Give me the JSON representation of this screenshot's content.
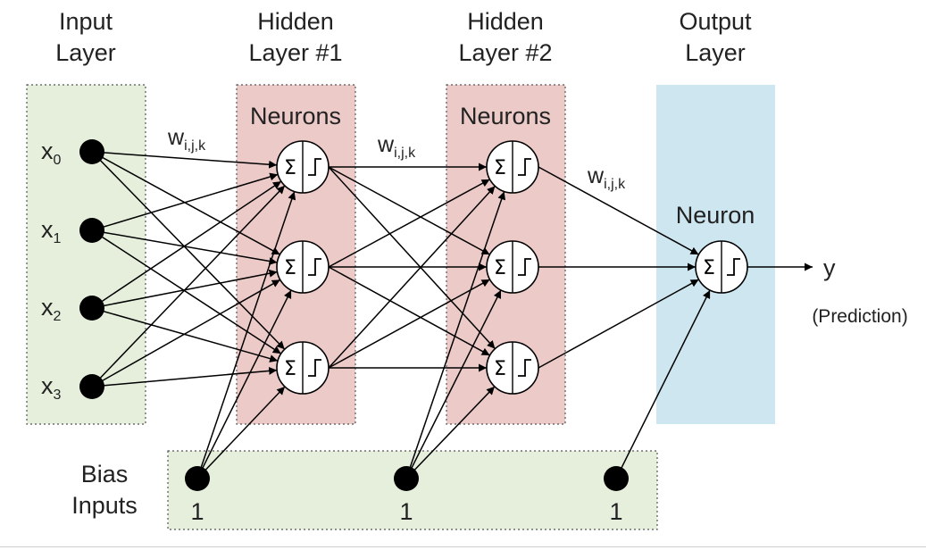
{
  "colors": {
    "input_band": "#e6efdc",
    "hidden_band": "#eccac8",
    "output_band": "#cde6ef",
    "bias_band": "#e6efdc",
    "ink": "#000000"
  },
  "headers": {
    "input": [
      "Input",
      "Layer"
    ],
    "hidden1": [
      "Hidden",
      "Layer #1"
    ],
    "hidden2": [
      "Hidden",
      "Layer #2"
    ],
    "output": [
      "Output",
      "Layer"
    ]
  },
  "neurons_label": "Neurons",
  "neuron_label": "Neuron",
  "inputs": [
    {
      "base": "x",
      "sub": "0"
    },
    {
      "base": "x",
      "sub": "1"
    },
    {
      "base": "x",
      "sub": "2"
    },
    {
      "base": "x",
      "sub": "3"
    }
  ],
  "weight_label": {
    "base": "w",
    "sub": "i,j,k"
  },
  "output_label": "y",
  "prediction_label": "(Prediction)",
  "bias": {
    "label": [
      "Bias",
      "Inputs"
    ],
    "values": [
      "1",
      "1",
      "1"
    ]
  },
  "neuron_symbols": {
    "sum": "Σ",
    "activation": "step-icon"
  }
}
